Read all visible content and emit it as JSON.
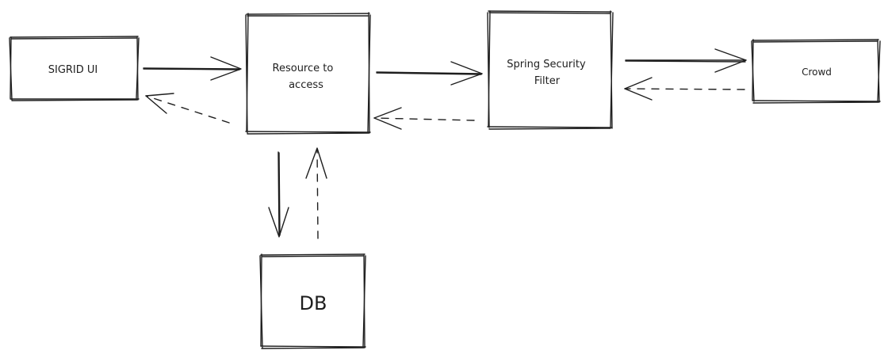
{
  "nodes": {
    "sigrid_ui": {
      "label": "SIGRID UI"
    },
    "resource": {
      "label_lines": [
        "Resource to",
        "access"
      ]
    },
    "filter": {
      "label_lines": [
        "Spring Security",
        "Filter"
      ]
    },
    "crowd": {
      "label": "Crowd"
    },
    "db": {
      "label": "DB"
    }
  }
}
